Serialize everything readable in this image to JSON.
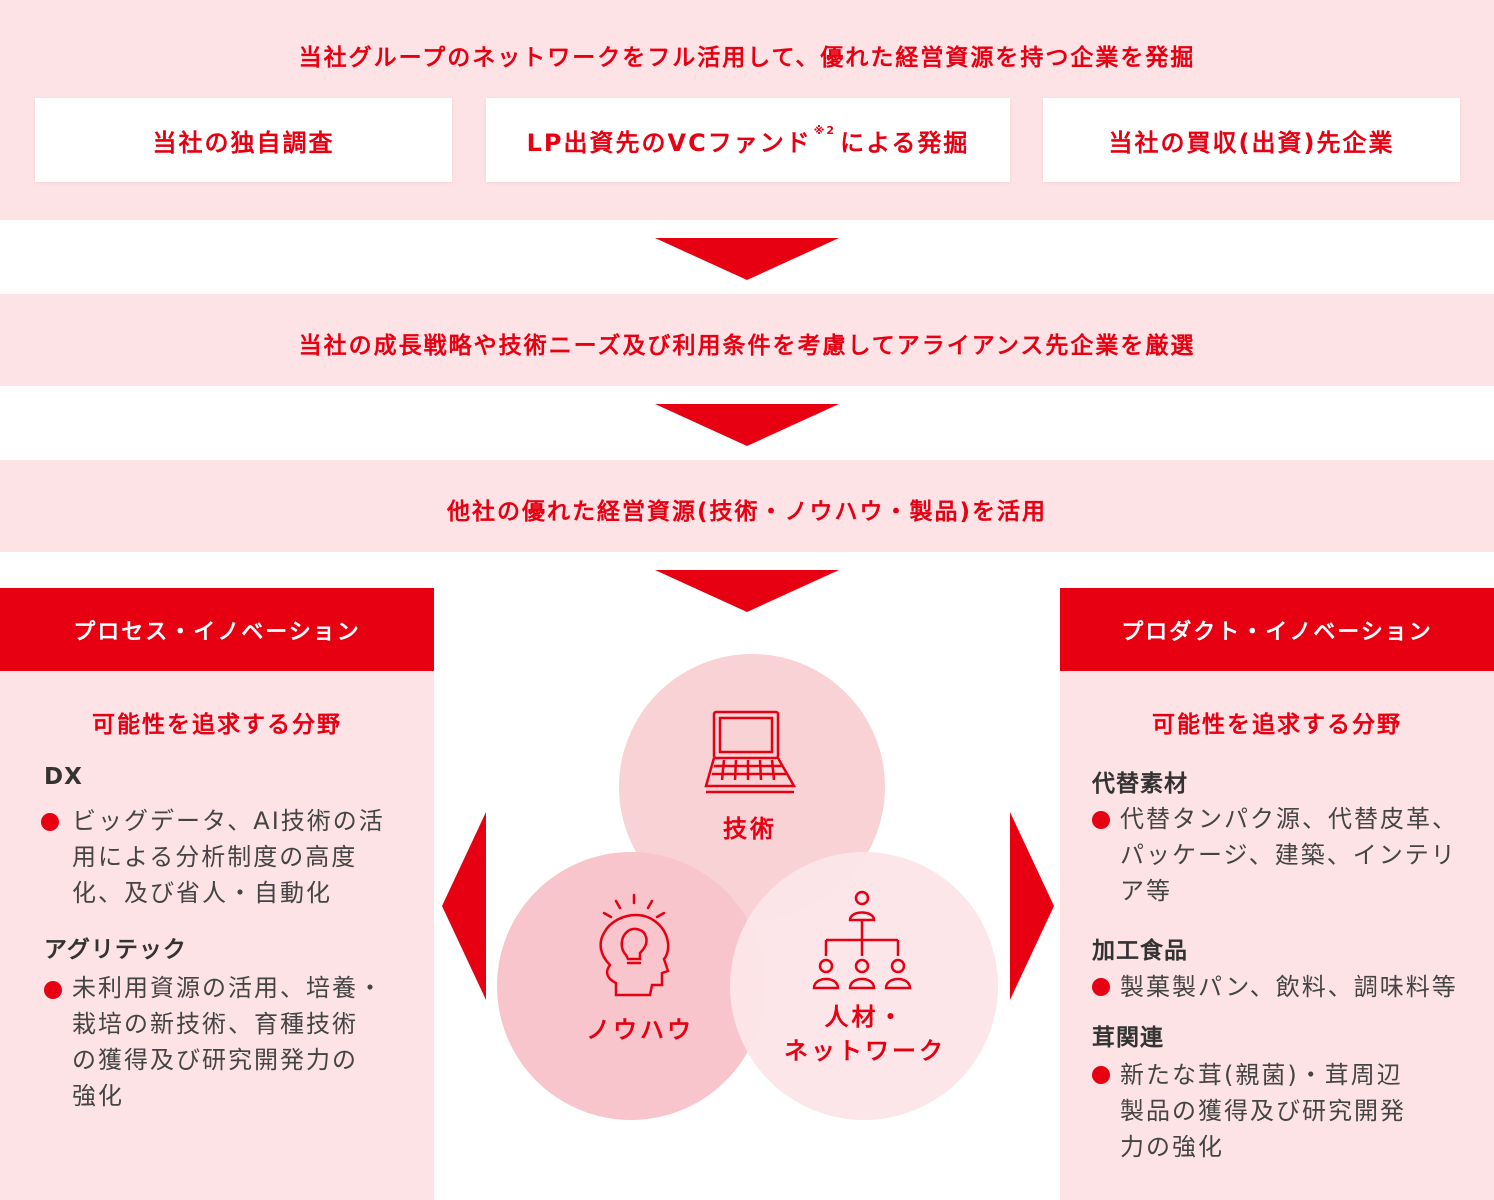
{
  "step1": {
    "heading": "当社グループのネットワークをフル活用して、優れた経営資源を持つ企業を発掘",
    "sources": [
      {
        "label": "当社の独自調査"
      },
      {
        "label": "LP出資先のVCファンド",
        "note": "※2",
        "suffix": "による発掘"
      },
      {
        "label": "当社の買収(出資)先企業"
      }
    ]
  },
  "step2": {
    "heading": "当社の成長戦略や技術ニーズ及び利用条件を考慮してアライアンス先企業を厳選"
  },
  "step3": {
    "heading": "他社の優れた経営資源(技術・ノウハウ・製品)を活用"
  },
  "resources": {
    "tech": {
      "label": "技術",
      "icon": "laptop-icon"
    },
    "knowhow": {
      "label": "ノウハウ",
      "icon": "lightbulb-head-icon"
    },
    "people": {
      "line1": "人材・",
      "line2": "ネットワーク",
      "icon": "org-chart-icon"
    }
  },
  "process": {
    "title": "プロセス・イノベーション",
    "subtitle": "可能性を追求する分野",
    "categories": [
      {
        "name": "DX",
        "lines": [
          "ビッグデータ、AI技術の活",
          "用による分析制度の高度",
          "化、及び省人・自動化"
        ]
      },
      {
        "name": "アグリテック",
        "lines": [
          "未利用資源の活用、培養・",
          "栽培の新技術、育種技術",
          "の獲得及び研究開発力の",
          "強化"
        ]
      }
    ]
  },
  "product": {
    "title": "プロダクト・イノベーション",
    "subtitle": "可能性を追求する分野",
    "categories": [
      {
        "name": "代替素材",
        "lines": [
          "代替タンパク源、代替皮革、",
          "パッケージ、建築、インテリ",
          "ア等"
        ]
      },
      {
        "name": "加工食品",
        "lines": [
          "製菓製パン、飲料、調味料等"
        ]
      },
      {
        "name": "茸関連",
        "lines": [
          "新たな茸(親菌)・茸周辺",
          "製品の獲得及び研究開発",
          "力の強化"
        ]
      }
    ]
  },
  "colors": {
    "accent": "#e60012",
    "band": "#fde3e6",
    "circle_tech": "#f9d2d6",
    "circle_knowhow": "#f7c5cb",
    "circle_people": "#fce5e8"
  }
}
